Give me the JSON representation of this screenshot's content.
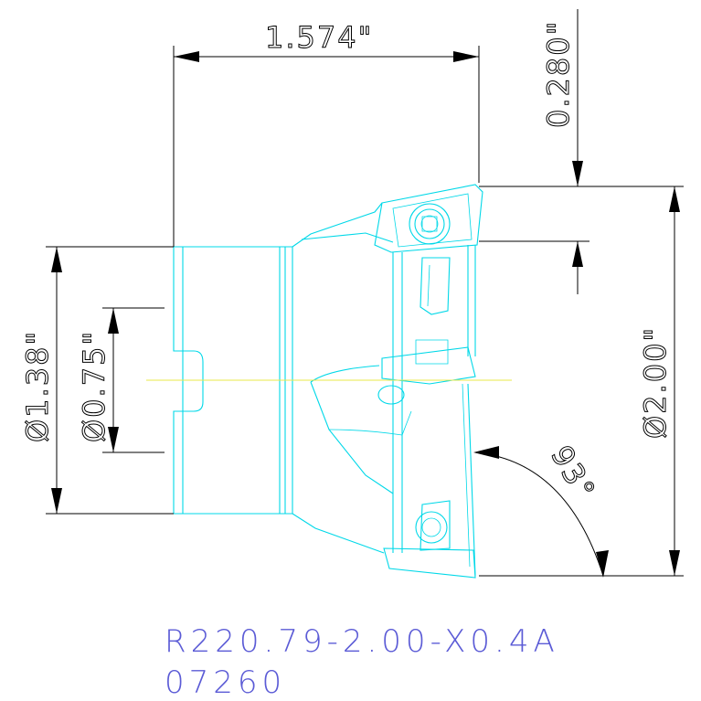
{
  "dimensions": {
    "length": "1.574\"",
    "top_step": "0.280\"",
    "cutting_diameter": "Ø2.00\"",
    "shank_diameter": "Ø1.38\"",
    "bore_diameter": "Ø0.75\"",
    "angle": "93°"
  },
  "part_number": "R220.79-2.00-X0.4A",
  "item_code": "07260",
  "colors": {
    "outline": "#00d8e8",
    "centerline": "#e8e84a",
    "dimension": "#000000",
    "label": "#5b5bd6"
  }
}
